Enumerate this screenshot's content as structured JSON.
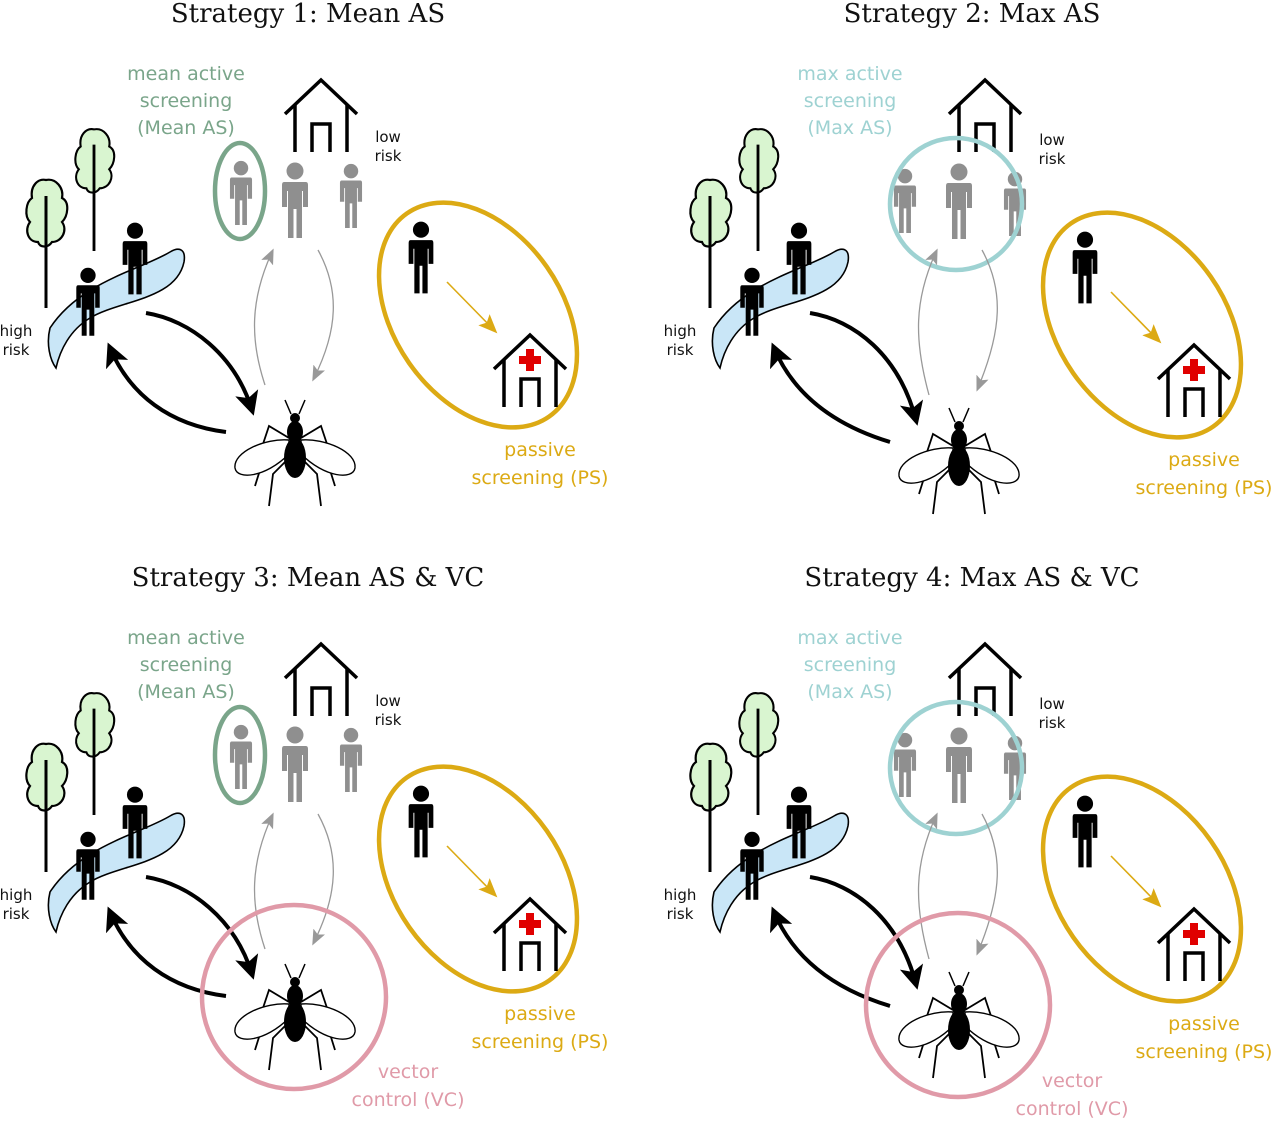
{
  "colors": {
    "mean_as": "#7aa58a",
    "max_as": "#9ed2d2",
    "ps": "#dcaa14",
    "vc": "#e09aa8",
    "tree_fill": "#d9f5d0",
    "river": "#c9e6f7",
    "gray_person": "#8f8f8f",
    "hospital_cross": "#e00000"
  },
  "icons": [
    "house-icon",
    "hospital-icon",
    "tree-icon",
    "river-icon",
    "person-icon",
    "tsetse-fly-icon"
  ],
  "panels": [
    {
      "title": "Strategy 1: Mean AS",
      "as_label": [
        "mean active",
        "screening",
        "(Mean AS)"
      ],
      "as_type": "mean",
      "ps_label": [
        "passive",
        "screening (PS)"
      ],
      "vc": false,
      "vc_label": [],
      "low_risk": [
        "low",
        "risk"
      ],
      "high_risk": [
        "high",
        "risk"
      ]
    },
    {
      "title": "Strategy 2: Max AS",
      "as_label": [
        "max active",
        "screening",
        "(Max AS)"
      ],
      "as_type": "max",
      "ps_label": [
        "passive",
        "screening (PS)"
      ],
      "vc": false,
      "vc_label": [],
      "low_risk": [
        "low",
        "risk"
      ],
      "high_risk": [
        "high",
        "risk"
      ]
    },
    {
      "title": "Strategy 3: Mean AS & VC",
      "as_label": [
        "mean active",
        "screening",
        "(Mean AS)"
      ],
      "as_type": "mean",
      "ps_label": [
        "passive",
        "screening (PS)"
      ],
      "vc": true,
      "vc_label": [
        "vector",
        "control (VC)"
      ],
      "low_risk": [
        "low",
        "risk"
      ],
      "high_risk": [
        "high",
        "risk"
      ]
    },
    {
      "title": "Strategy 4: Max AS & VC",
      "as_label": [
        "max active",
        "screening",
        "(Max AS)"
      ],
      "as_type": "max",
      "ps_label": [
        "passive",
        "screening (PS)"
      ],
      "vc": true,
      "vc_label": [
        "vector",
        "control (VC)"
      ],
      "low_risk": [
        "low",
        "risk"
      ],
      "high_risk": [
        "high",
        "risk"
      ]
    }
  ]
}
